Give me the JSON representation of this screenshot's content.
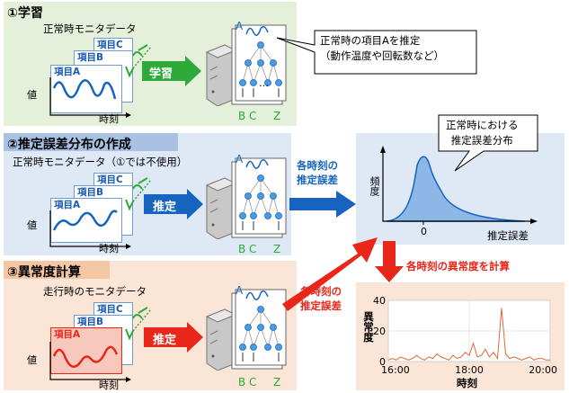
{
  "section1": {
    "title": "①学習",
    "monitor_label": "正常時モニタデータ",
    "item_c": "項目C",
    "item_b": "項目B",
    "item_a": "項目A",
    "value_label": "値",
    "time_label": "時刻",
    "arrow_label": "学習",
    "callout": "正常時の項目Aを推定\n（動作温度や回転数など）",
    "nn_top": "A",
    "nn_bottom_b": "B",
    "nn_bottom_c": "C",
    "nn_bottom_z": "Z",
    "dots": "…"
  },
  "section2": {
    "title": "②推定誤差分布の作成",
    "monitor_label": "正常時モニタデータ（①では不使用）",
    "item_c": "項目C",
    "item_b": "項目B",
    "item_a": "項目A",
    "value_label": "値",
    "time_label": "時刻",
    "arrow_label": "推定",
    "nn_top": "A",
    "nn_bottom_b": "B",
    "nn_bottom_c": "C",
    "nn_bottom_z": "Z",
    "output_label": "各時刻の\n推定誤差",
    "dist_callout": "正常時における\n推定誤差分布",
    "dist_ylabel": "頻度",
    "dist_xlabel": "推定誤差",
    "dist_zero": "0"
  },
  "section3": {
    "title": "③異常度計算",
    "monitor_label": "走行時のモニタデータ",
    "item_c": "項目C",
    "item_b": "項目B",
    "item_a": "項目A",
    "value_label": "値",
    "time_label": "時刻",
    "arrow_label": "推定",
    "nn_top": "A",
    "nn_bottom_b": "B",
    "nn_bottom_c": "C",
    "nn_bottom_z": "Z",
    "output_label": "各時刻の\n推定誤差",
    "anomaly_arrow_label": "各時刻の異常度を計算"
  },
  "chart_data": {
    "type": "line",
    "xlabel": "時刻",
    "ylabel": "異常度",
    "x_ticks": [
      "16:00",
      "18:00",
      "20:00"
    ],
    "y_ticks": [
      0,
      20,
      40
    ],
    "ylim": [
      0,
      40
    ],
    "xlim": [
      16,
      20
    ],
    "grid": true,
    "x": [
      16.0,
      16.1,
      16.2,
      16.3,
      16.4,
      16.5,
      16.6,
      16.7,
      16.8,
      16.9,
      17.0,
      17.1,
      17.2,
      17.3,
      17.4,
      17.5,
      17.6,
      17.7,
      17.8,
      17.9,
      18.0,
      18.1,
      18.2,
      18.3,
      18.4,
      18.5,
      18.6,
      18.7,
      18.8,
      18.9,
      19.0,
      19.1,
      19.2,
      19.3,
      19.4,
      19.5,
      19.6,
      19.7,
      19.8,
      19.9,
      20.0
    ],
    "values": [
      1,
      2,
      1,
      3,
      2,
      1,
      2,
      4,
      2,
      1,
      3,
      2,
      5,
      3,
      2,
      1,
      4,
      2,
      3,
      6,
      4,
      12,
      3,
      4,
      8,
      3,
      6,
      2,
      35,
      5,
      2,
      3,
      2,
      1,
      2,
      3,
      1,
      2,
      2,
      1,
      1
    ]
  },
  "colors": {
    "green_panel": "#e4f0d9",
    "blue_panel": "#dfe8f5",
    "orange_panel": "#fbe5d6",
    "green_arrow": "#2eaa3a",
    "blue_arrow": "#1664c0",
    "red_arrow": "#e8261a",
    "series_blue": "#1664c0",
    "series_red": "#e8261a",
    "anomaly_line": "#d96b36"
  }
}
